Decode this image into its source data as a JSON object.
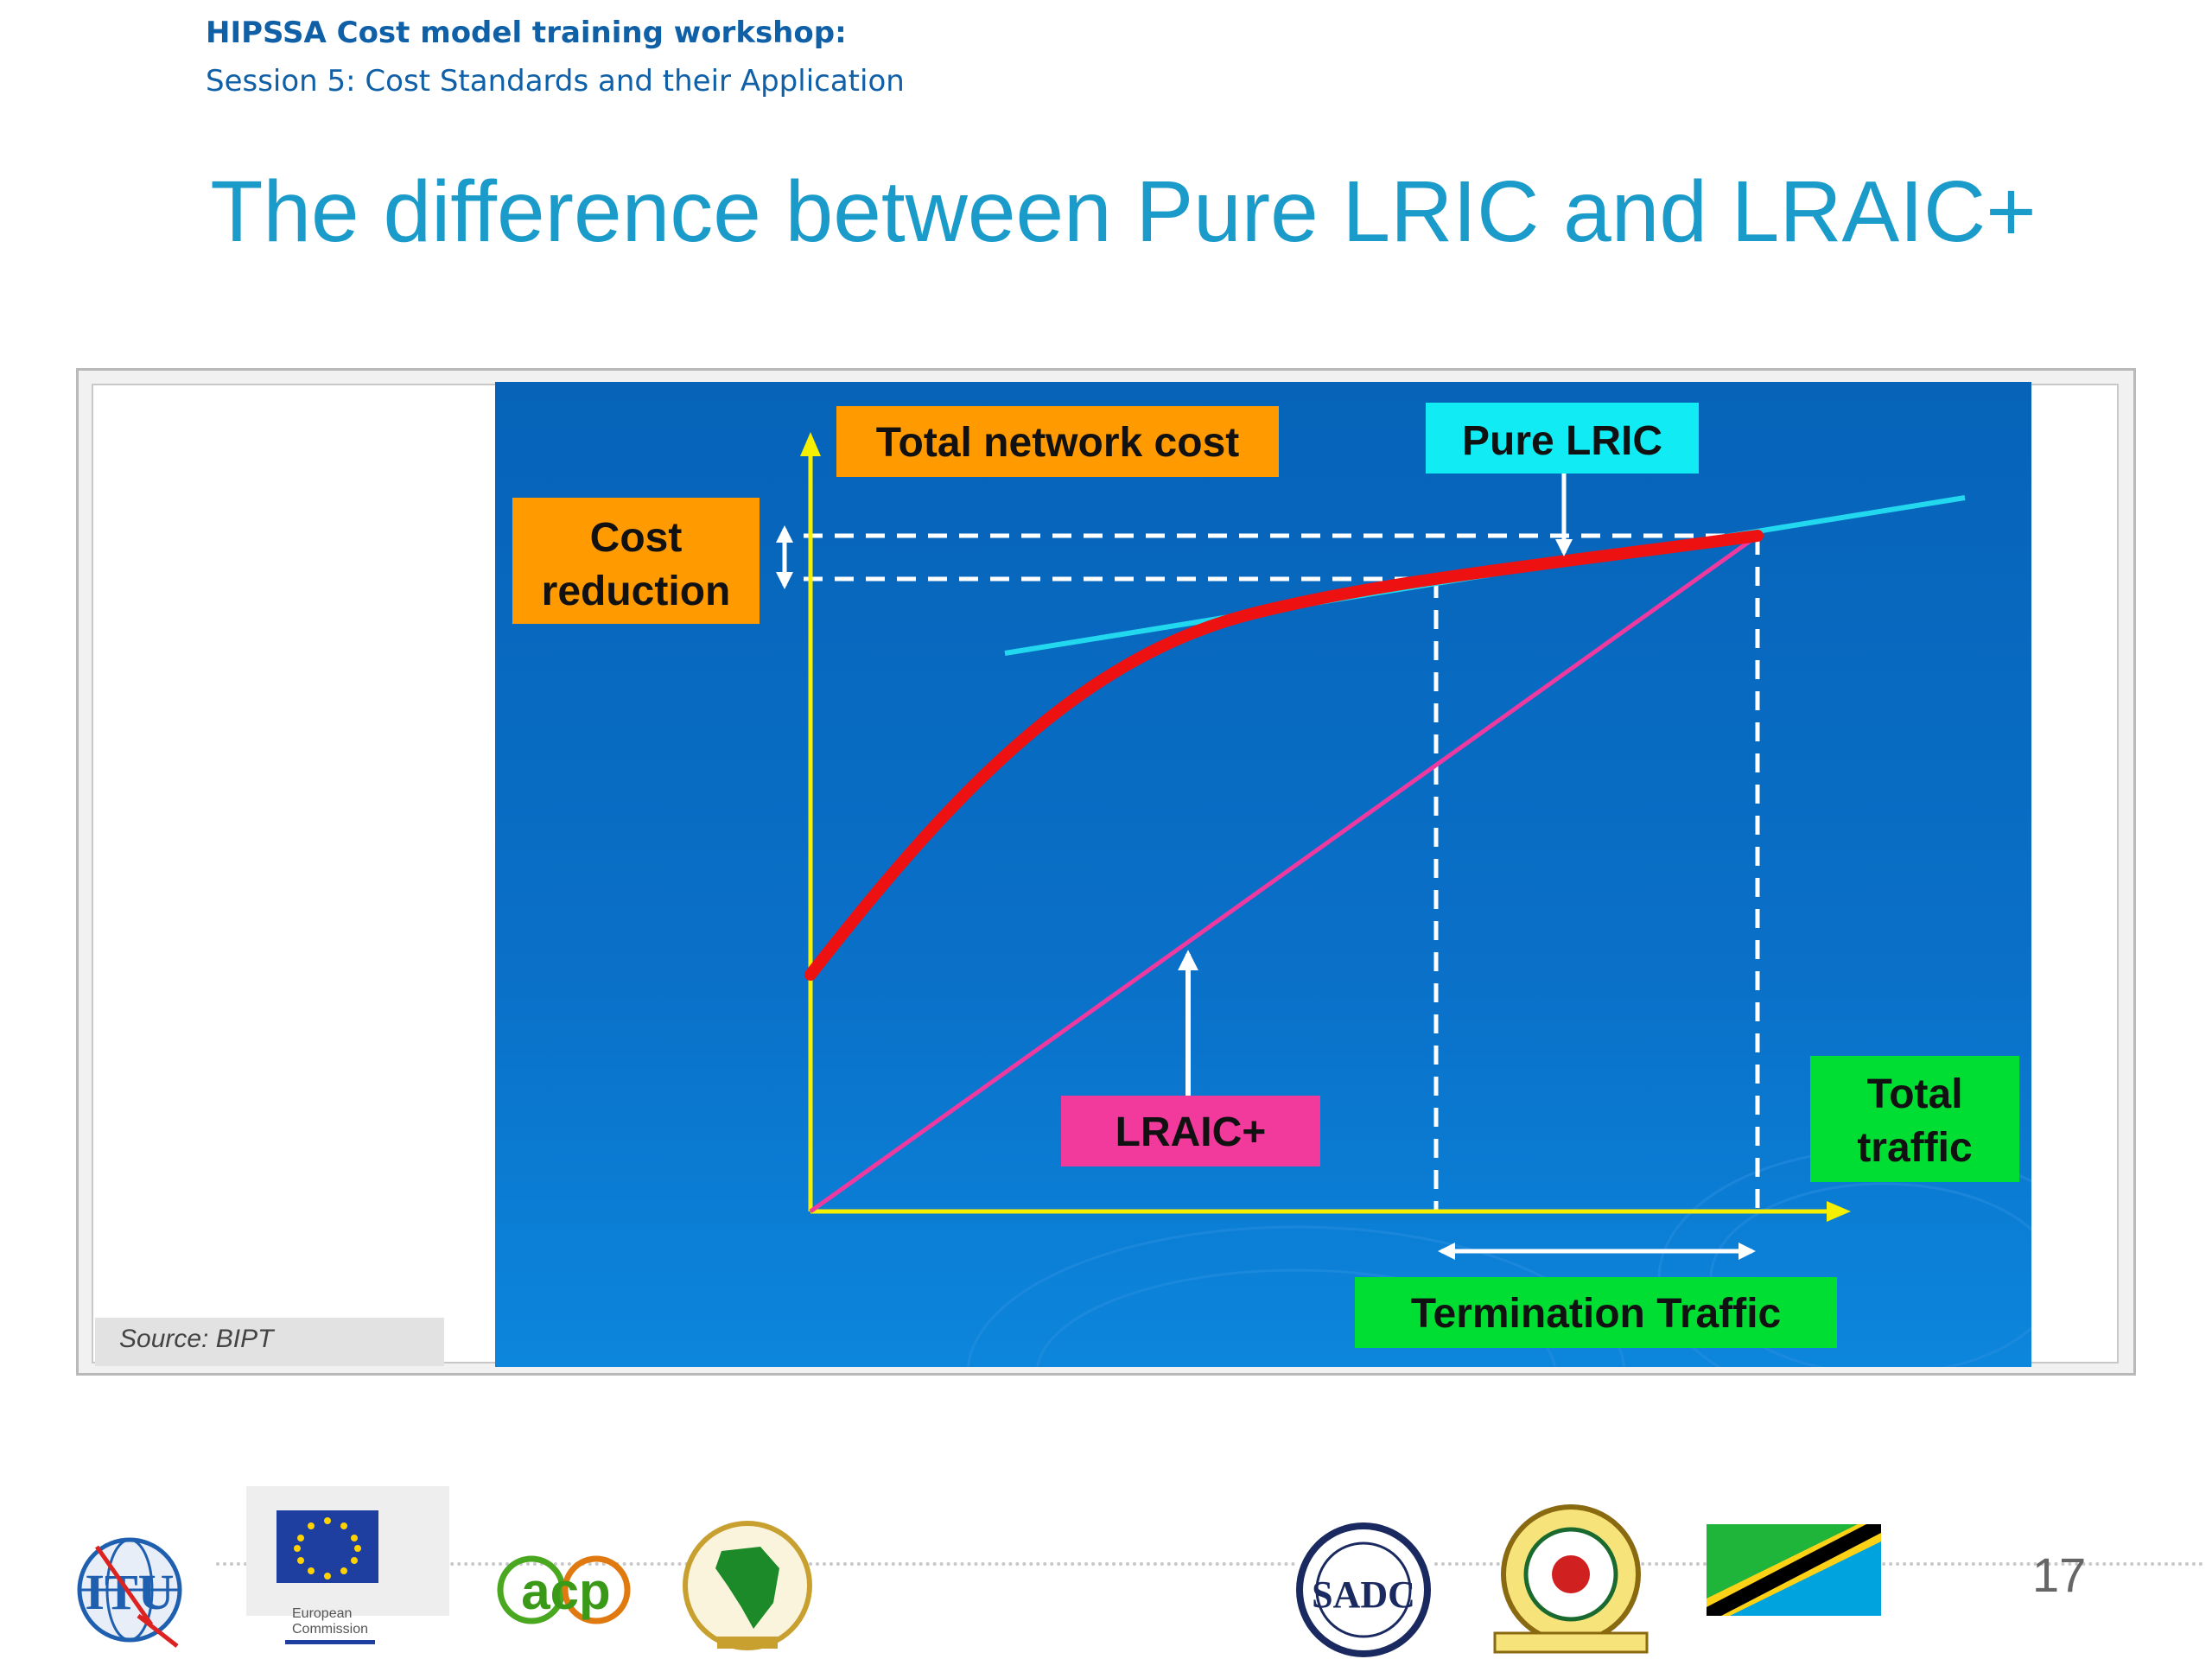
{
  "header": {
    "title": "HIPSSA Cost model training workshop:",
    "subtitle": "Session 5: Cost Standards and their Application"
  },
  "slide": {
    "title": "The difference between Pure LRIC and LRAIC+",
    "source": "Source: BIPT",
    "page_number": "17"
  },
  "diagram": {
    "labels": {
      "total_network_cost": "Total network cost",
      "cost_reduction_1": "Cost",
      "cost_reduction_2": "reduction",
      "pure_lric": "Pure LRIC",
      "lraic_plus": "LRAIC+",
      "total_traffic_1": "Total",
      "total_traffic_2": "traffic",
      "termination_traffic": "Termination Traffic"
    },
    "colors": {
      "background": "#0a6ec8",
      "axis": "#f5f000",
      "cost_curve": "#ee1111",
      "tangent": "#22d8ee",
      "lraic_line": "#ee3aa0",
      "orange_box": "#ff9a00",
      "cyan_box": "#11ecf4",
      "pink_box": "#f23a9c",
      "green_box": "#00dd33"
    }
  },
  "logos": {
    "eu_caption_1": "European",
    "eu_caption_2": "Commission",
    "itu": "ITU",
    "acp": "acp",
    "sadc": "SADC"
  }
}
